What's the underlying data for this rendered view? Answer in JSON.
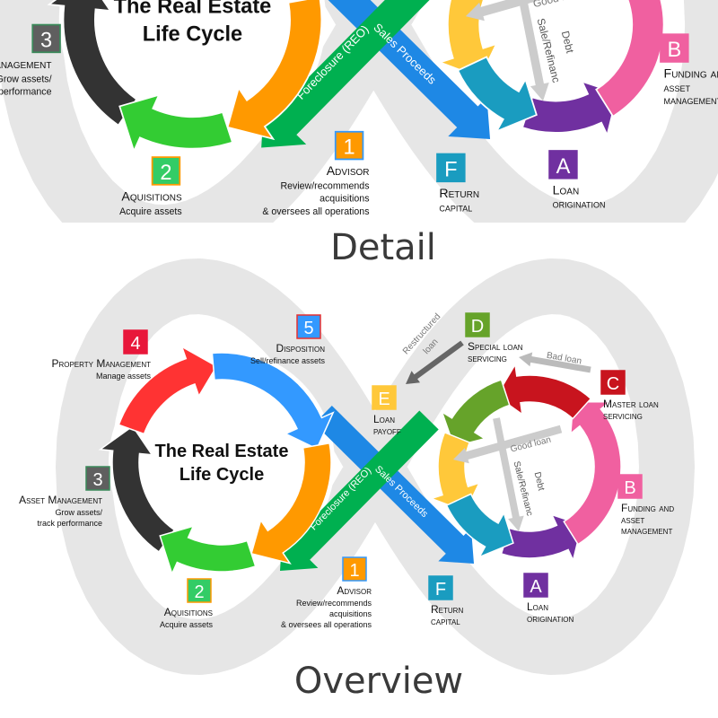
{
  "section_titles": {
    "detail": "Detail",
    "overview": "Overview"
  },
  "diagram": {
    "center_title": [
      "The Real Estate",
      "Life Cycle"
    ],
    "colors": {
      "band": "#e6e6e6",
      "sales": "#1e88e5",
      "reo": "#00b050",
      "gray_arrow": "#cccccc",
      "dark_arrow": "#666666"
    },
    "badges": [
      {
        "code": "4",
        "color": "#e8173a",
        "border": "#e8173a",
        "title": "Property Management",
        "lines": [
          "Manage assets"
        ],
        "align": "right"
      },
      {
        "code": "5",
        "color": "#3399ff",
        "border": "#e53030",
        "title": "Disposition",
        "lines": [
          "Sell/refinance assets"
        ],
        "align": "right"
      },
      {
        "code": "3",
        "color": "#5f5f5f",
        "border": "#3a8a5a",
        "title": "Asset Management",
        "lines": [
          "Grow assets/",
          "track performance"
        ],
        "align": "right"
      },
      {
        "code": "2",
        "color": "#33cc66",
        "border": "#ff9900",
        "title": "Aquisitions",
        "lines": [
          "Acquire assets"
        ],
        "align": "right"
      },
      {
        "code": "1",
        "color": "#ff9900",
        "border": "#3399ff",
        "title": "Advisor",
        "lines": [
          "Review/recommends",
          "acquisitions",
          "& oversees all operations"
        ],
        "align": "right"
      },
      {
        "code": "F",
        "color": "#1a9cc0",
        "border": "#1a9cc0",
        "title": "Return",
        "lines": [
          "capital"
        ],
        "align": "left"
      },
      {
        "code": "A",
        "color": "#7030a0",
        "border": "#7030a0",
        "title": "Loan",
        "lines": [
          "origination"
        ],
        "align": "left"
      },
      {
        "code": "B",
        "color": "#f060a0",
        "border": "#f060a0",
        "title": "Funding and",
        "lines": [
          "asset",
          "management"
        ],
        "align": "left"
      },
      {
        "code": "C",
        "color": "#c8141e",
        "border": "#c8141e",
        "title": "Master loan",
        "lines": [
          "servicing"
        ],
        "align": "left"
      },
      {
        "code": "D",
        "color": "#66a32a",
        "border": "#66a32a",
        "title": "Special loan",
        "lines": [
          "servicing"
        ],
        "align": "left"
      },
      {
        "code": "E",
        "color": "#ffc83a",
        "border": "#ffc83a",
        "title": "Loan",
        "lines": [
          "payoff"
        ],
        "align": "left"
      }
    ],
    "left_ring": [
      {
        "name": "black",
        "color": "#333333"
      },
      {
        "name": "red",
        "color": "#ff3333"
      },
      {
        "name": "blue",
        "color": "#3399ff"
      },
      {
        "name": "orange",
        "color": "#ff9900"
      },
      {
        "name": "green",
        "color": "#33cc33"
      }
    ],
    "right_ring": [
      {
        "name": "purple",
        "color": "#7030a0"
      },
      {
        "name": "pink",
        "color": "#f060a0"
      },
      {
        "name": "red",
        "color": "#c8141e"
      },
      {
        "name": "green",
        "color": "#66a32a"
      },
      {
        "name": "yellow",
        "color": "#ffc83a"
      },
      {
        "name": "teal",
        "color": "#1a9cc0"
      }
    ],
    "flow_labels": {
      "sales": "Sales Proceeds",
      "reo": "Foreclosure (REO)",
      "good_loan": "Good loan",
      "bad_loan": "Bad loan",
      "debt": "Debt",
      "sale_refi": "Sale/Refinanc",
      "restructured": "Restructured",
      "loan": "loan"
    }
  }
}
